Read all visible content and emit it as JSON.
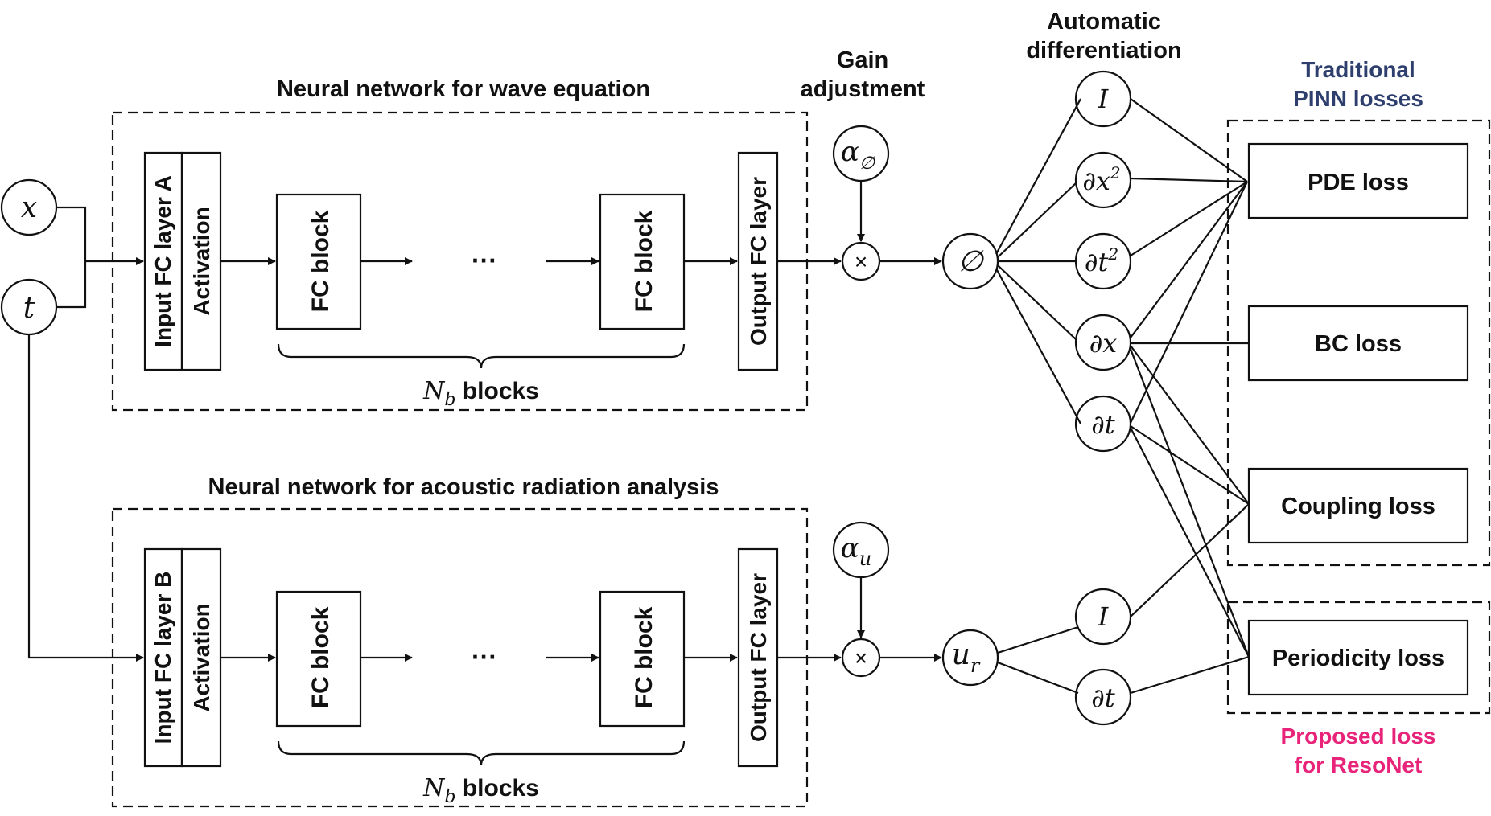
{
  "inputs": {
    "x": "x",
    "t": "t"
  },
  "top_network": {
    "title": "Neural network for wave equation",
    "input_layer": "Input FC layer A",
    "activation": "Activation",
    "fc_block_1": "FC block",
    "ellipsis": "···",
    "fc_block_2": "FC block",
    "output_layer": "Output FC layer",
    "blocks_label": {
      "symbol": "N",
      "subscript": "b",
      "text": " blocks"
    }
  },
  "bottom_network": {
    "title": "Neural network for acoustic radiation analysis",
    "input_layer": "Input FC layer B",
    "activation": "Activation",
    "fc_block_1": "FC block",
    "ellipsis": "···",
    "fc_block_2": "FC block",
    "output_layer": "Output FC layer",
    "blocks_label": {
      "symbol": "N",
      "subscript": "b",
      "text": " blocks"
    }
  },
  "gain": {
    "title_line1": "Gain",
    "title_line2": "adjustment",
    "alpha_phi": {
      "symbol": "α",
      "subscript": "∅"
    },
    "alpha_u": {
      "symbol": "α",
      "subscript": "u"
    },
    "multiply": "×"
  },
  "outputs": {
    "phi": "∅",
    "u_r": {
      "symbol": "u",
      "subscript": "r"
    }
  },
  "autodiff": {
    "title_line1": "Automatic",
    "title_line2": "differentiation",
    "top_nodes": [
      {
        "base": "I",
        "sup": ""
      },
      {
        "base": "∂x",
        "sup": "2"
      },
      {
        "base": "∂t",
        "sup": "2"
      },
      {
        "base": "∂x",
        "sup": ""
      },
      {
        "base": "∂t",
        "sup": ""
      }
    ],
    "bottom_nodes": [
      {
        "base": "I",
        "sup": ""
      },
      {
        "base": "∂t",
        "sup": ""
      }
    ]
  },
  "losses": {
    "traditional_title_line1": "Traditional",
    "traditional_title_line2": "PINN losses",
    "pde": "PDE loss",
    "bc": "BC loss",
    "coupling": "Coupling loss",
    "periodicity": "Periodicity loss",
    "proposed_title_line1": "Proposed loss",
    "proposed_title_line2": "for ResoNet"
  },
  "colors": {
    "input_layer": "#f9dccb",
    "activation": "#d2dcef",
    "fc_block": "#e2efd8",
    "output_layer": "#f9dccb",
    "traditional_region": "#dae2f2",
    "traditional_title": "#2e3f6e",
    "proposed_region": "#fadadb",
    "proposed_title": "#e8247a"
  }
}
